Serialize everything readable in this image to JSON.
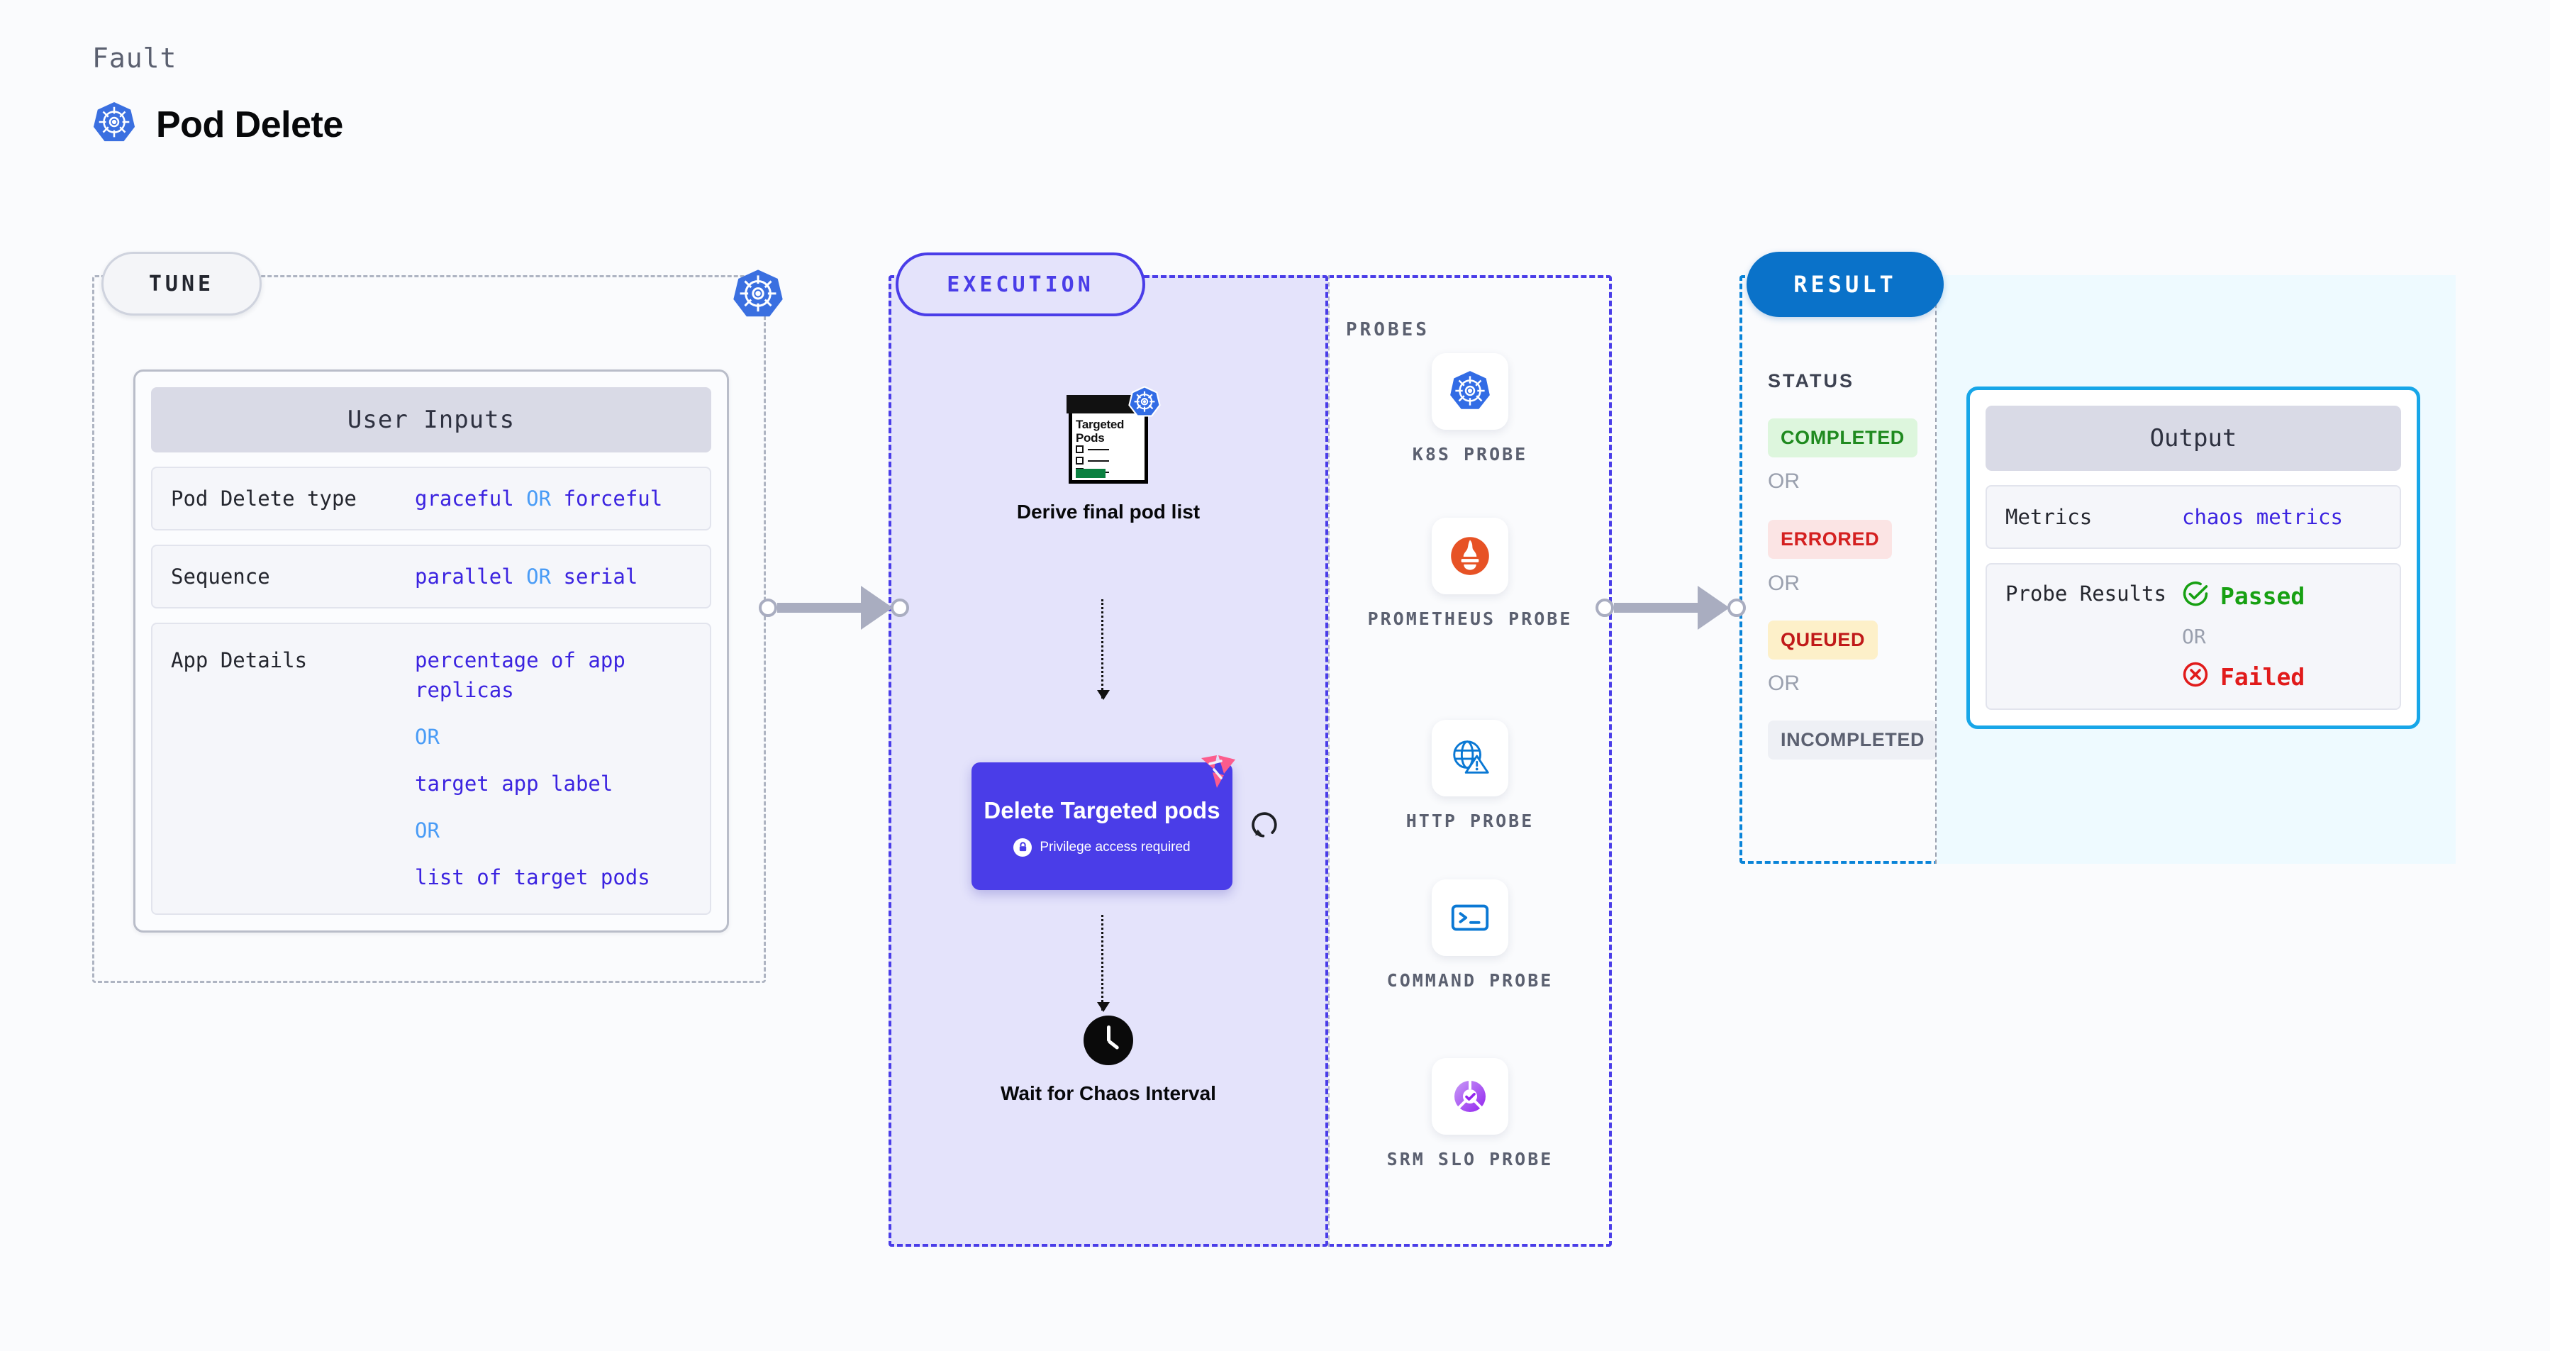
{
  "header": {
    "fault_label": "Fault",
    "fault_title": "Pod Delete",
    "icon": "kubernetes-logo"
  },
  "tune": {
    "badge": "TUNE",
    "card_title": "User Inputs",
    "rows": [
      {
        "key": "Pod Delete type",
        "values": [
          "graceful",
          "forceful"
        ],
        "separator": "OR",
        "inline": true
      },
      {
        "key": "Sequence",
        "values": [
          "parallel",
          "serial"
        ],
        "separator": "OR",
        "inline": true
      },
      {
        "key": "App Details",
        "values": [
          "percentage of app replicas",
          "target app label",
          "list of target pods"
        ],
        "separator": "OR",
        "inline": false
      }
    ]
  },
  "execution": {
    "badge": "EXECUTION",
    "nodes": [
      {
        "id": "derive-final-pod-list",
        "caption": "Derive final pod list",
        "doc_title": "Targeted Pods",
        "badge_icon": "kubernetes-logo"
      },
      {
        "id": "delete-targeted-pods",
        "title": "Delete Targeted pods",
        "subtitle": "Privilege access required",
        "lock_icon": "lock-icon",
        "corner_icon": "litmus-chaos-logo",
        "side_icon": "refresh-icon"
      },
      {
        "id": "wait-for-chaos-interval",
        "caption": "Wait for Chaos Interval",
        "icon": "clock-icon"
      }
    ]
  },
  "probes": {
    "title": "PROBES",
    "items": [
      {
        "label": "K8S PROBE",
        "icon": "kubernetes-logo"
      },
      {
        "label": "PROMETHEUS PROBE",
        "icon": "prometheus-logo"
      },
      {
        "label": "HTTP PROBE",
        "icon": "globe-warning-icon"
      },
      {
        "label": "COMMAND PROBE",
        "icon": "terminal-icon"
      },
      {
        "label": "SRM SLO PROBE",
        "icon": "srm-slo-donut-icon"
      }
    ]
  },
  "result": {
    "badge": "RESULT",
    "status_title": "STATUS",
    "separator": "OR",
    "statuses": [
      {
        "label": "COMPLETED",
        "color": "#1f8a1f",
        "bg": "#ddf6dd"
      },
      {
        "label": "ERRORED",
        "color": "#d42020",
        "bg": "#fbe4e4"
      },
      {
        "label": "QUEUED",
        "color": "#c01919",
        "bg": "#fdf0c9"
      },
      {
        "label": "INCOMPLETED",
        "color": "#5b6070",
        "bg": "#eef0f5"
      }
    ],
    "output": {
      "card_title": "Output",
      "metrics_key": "Metrics",
      "metrics_value": "chaos metrics",
      "probe_results_key": "Probe Results",
      "passed_label": "Passed",
      "failed_label": "Failed",
      "separator": "OR"
    }
  },
  "colors": {
    "accent_indigo": "#4a3de8",
    "accent_blue": "#0a72c9",
    "accent_cyan": "#17a6e8",
    "pass_green": "#17a012",
    "fail_red": "#e11b1b",
    "value_blue": "#3b23e0",
    "or_blue": "#4a9cf6",
    "page_bg": "#fafbfd"
  }
}
